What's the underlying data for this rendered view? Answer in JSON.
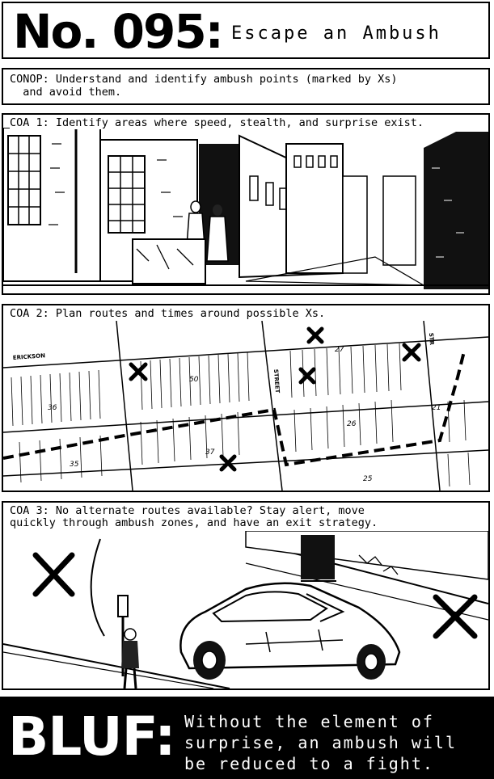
{
  "header": {
    "number": "No. 095:",
    "title": "Escape an Ambush"
  },
  "conop": {
    "text": "CONOP: Understand and identify ambush points (marked by Xs)\n  and avoid them."
  },
  "panels": [
    {
      "label": "COA 1: Identify areas where speed, stealth, and surprise exist."
    },
    {
      "label": "COA 2: Plan routes and times around possible Xs."
    },
    {
      "label": "COA 3: No alternate routes available? Stay alert, move\nquickly through ambush zones, and have an exit strategy."
    }
  ],
  "map": {
    "street_labels": [
      "ERICKSON",
      "STREET",
      "STR"
    ],
    "block_numbers": [
      "50",
      "37",
      "36",
      "27",
      "26",
      "25",
      "35",
      "21"
    ]
  },
  "bluf": {
    "word": "BLUF:",
    "text": "Without the element of surprise, an ambush will be reduced to a fight."
  },
  "colors": {
    "ink": "#000000",
    "paper": "#ffffff"
  },
  "icons": {
    "ambush_marker": "x-mark-icon"
  }
}
